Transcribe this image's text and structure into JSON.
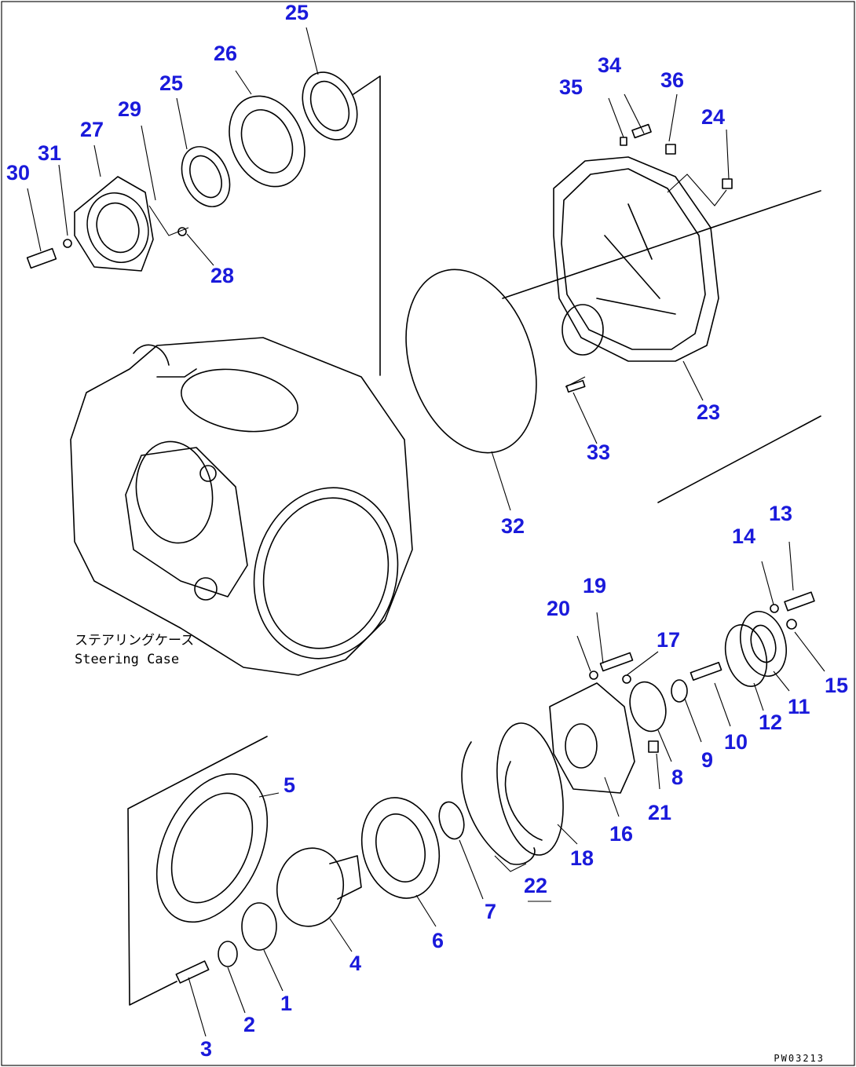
{
  "case_label": {
    "jp": "ステアリングケース",
    "en": "Steering Case"
  },
  "drawing_code": "PW03213",
  "part_numbers": [
    "1",
    "2",
    "3",
    "4",
    "5",
    "6",
    "7",
    "8",
    "9",
    "10",
    "11",
    "12",
    "13",
    "14",
    "15",
    "16",
    "17",
    "18",
    "19",
    "20",
    "21",
    "22",
    "23",
    "24",
    "25",
    "25",
    "26",
    "27",
    "28",
    "29",
    "30",
    "31",
    "32",
    "33",
    "34",
    "35",
    "36"
  ]
}
